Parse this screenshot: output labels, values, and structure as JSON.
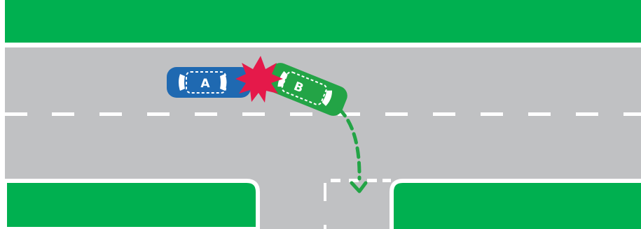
{
  "scene": {
    "colors": {
      "grass": "#00b050",
      "road": "#c0c1c3",
      "road_edge_line": "#ffffff",
      "lane_marking": "#ffffff",
      "car_a": "#1f69b1",
      "car_b": "#23a446",
      "impact": "#e5194a",
      "path_arrow": "#23a446"
    },
    "vehicles": [
      {
        "id": "a",
        "label": "A",
        "color_name": "blue"
      },
      {
        "id": "b",
        "label": "B",
        "color_name": "green"
      }
    ],
    "icons": {
      "impact": "collision-burst-icon",
      "path": "dashed-turn-arrow-icon"
    }
  }
}
